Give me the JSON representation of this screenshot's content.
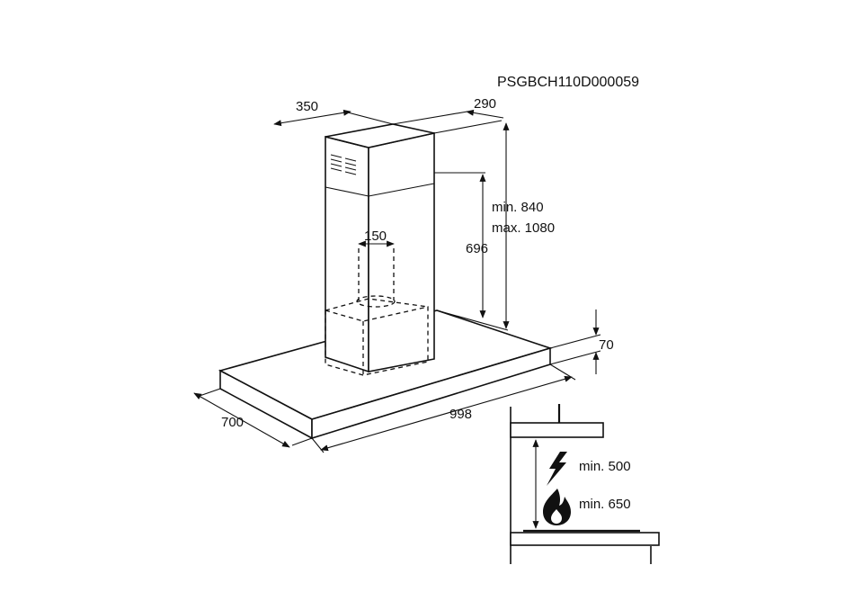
{
  "drawing": {
    "code": "PSGBCH110D000059",
    "dimensions": {
      "chimney_width": "350",
      "chimney_depth": "290",
      "duct_diameter": "150",
      "chimney_inner": "696",
      "height_min": "min. 840",
      "height_max": "max. 1080",
      "canopy_thickness": "70",
      "canopy_width": "998",
      "canopy_depth": "700"
    },
    "clearance": {
      "electric_label": "min. 500",
      "gas_label": "min. 650"
    },
    "icons": [
      "lightning-icon",
      "flame-icon"
    ],
    "colors": {
      "line": "#111111",
      "background": "#ffffff"
    }
  }
}
